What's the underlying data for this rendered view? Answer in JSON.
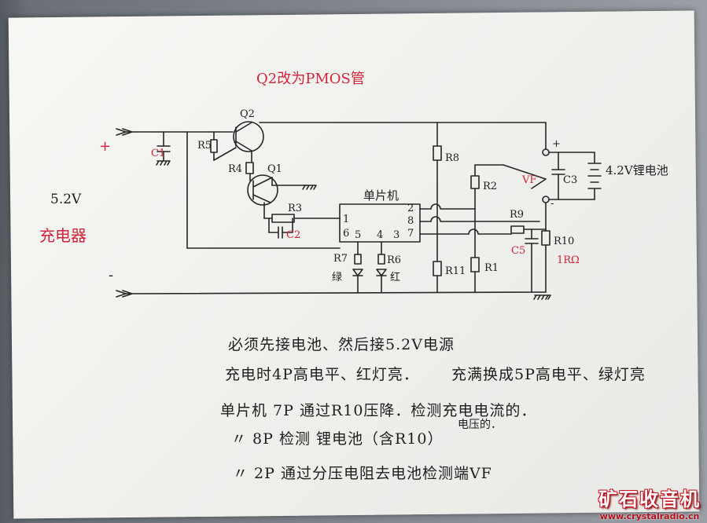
{
  "title": "Q2改为PMOS管",
  "charger": {
    "voltage": "5.2V",
    "name": "充电器",
    "plus": "+",
    "minus": "-"
  },
  "battery": {
    "label": "4.2V锂电池",
    "plus": "+",
    "minus": "-"
  },
  "mcu": {
    "label": "单片机",
    "pins": {
      "p1": "1",
      "p6": "6",
      "p5": "5",
      "p4": "4",
      "p3": "3",
      "p2": "2",
      "p8": "8",
      "p7": "7"
    }
  },
  "components": {
    "Q1": "Q1",
    "Q2": "Q2",
    "C1": "C1",
    "C2": "C2",
    "C3": "C3",
    "C5": "C5",
    "R2": "R2",
    "R3": "R3",
    "R4": "R4",
    "R5": "R5",
    "R8": "R8",
    "R9": "R9",
    "R10": "R10",
    "R10_value": "1RΩ",
    "R11": "R11",
    "R1": "R1",
    "R7": "R7",
    "R7_color": "绿",
    "R6": "R6",
    "R6_color": "红",
    "VF": "VF"
  },
  "notes": [
    "必须先接电池、然后接5.2V电源",
    "充电时4P高电平、红灯亮．",
    "充满换成5P高电平、绿灯亮",
    "单片机 7P 通过R10压降．检测充电电流的．",
    "〃  8P 检测 锂电池（含R10）",
    "电压的．",
    "〃  2P 通过分压电阻去电池检测端VF"
  ],
  "watermark": {
    "title": "矿石收音机",
    "url": "www.crystalradio.cn"
  }
}
